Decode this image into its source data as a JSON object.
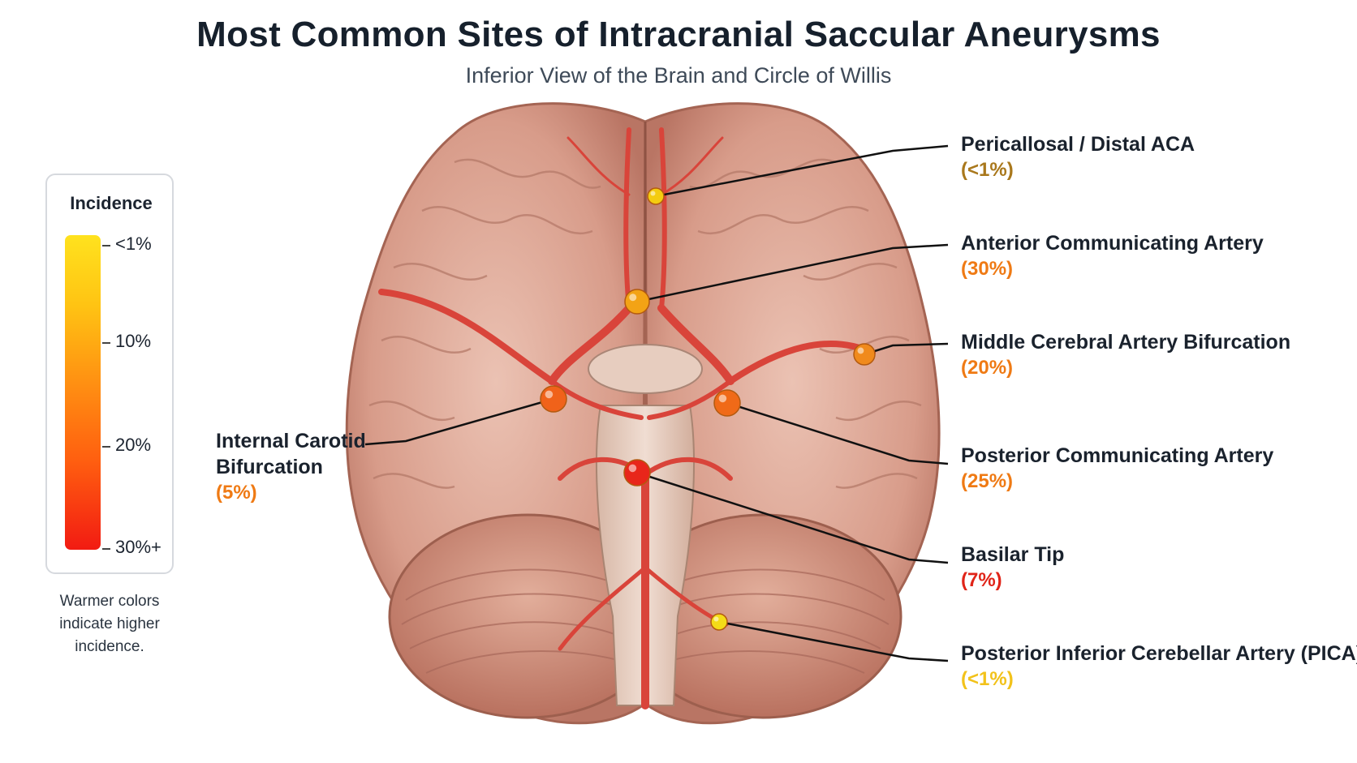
{
  "header": {
    "title": "Most Common Sites of Intracranial Saccular Aneurysms",
    "subtitle": "Inferior View of the Brain and Circle of Willis"
  },
  "legend": {
    "title": "Incidence",
    "ticks": [
      "<1%",
      "10%",
      "20%",
      "30%+"
    ],
    "note_line1": "Warmer colors",
    "note_line2": "indicate higher",
    "note_line3": "incidence.",
    "gradient_colors": [
      "#ffe21e",
      "#ffc413",
      "#ff9412",
      "#ff5e10",
      "#f21b12"
    ]
  },
  "sites": [
    {
      "name": "Pericallosal / Distal ACA",
      "pct": "(<1%)",
      "color": "#a9781c",
      "marker_color": "#f4cc10"
    },
    {
      "name": "Anterior Communicating Artery",
      "pct": "(30%)",
      "color": "#ef7a14",
      "marker_color": "#f3a315"
    },
    {
      "name": "Middle Cerebral Artery Bifurcation",
      "pct": "(20%)",
      "color": "#ef7a14",
      "marker_color": "#f08a1c"
    },
    {
      "name": "Posterior Communicating Artery",
      "pct": "(25%)",
      "color": "#ef7a14",
      "marker_color": "#f06a18"
    },
    {
      "name": "Basilar Tip",
      "pct": "(7%)",
      "color": "#e02418",
      "marker_color": "#e8261a"
    },
    {
      "name": "Posterior Inferior Cerebellar Artery (PICA)",
      "pct": "(<1%)",
      "color": "#f2c21a",
      "marker_color": "#f4dc18"
    },
    {
      "name_line1": "Internal Carotid",
      "name_line2": "Bifurcation",
      "pct": "(5%)",
      "color": "#ef7a14",
      "marker_color": "#f0621a"
    }
  ]
}
